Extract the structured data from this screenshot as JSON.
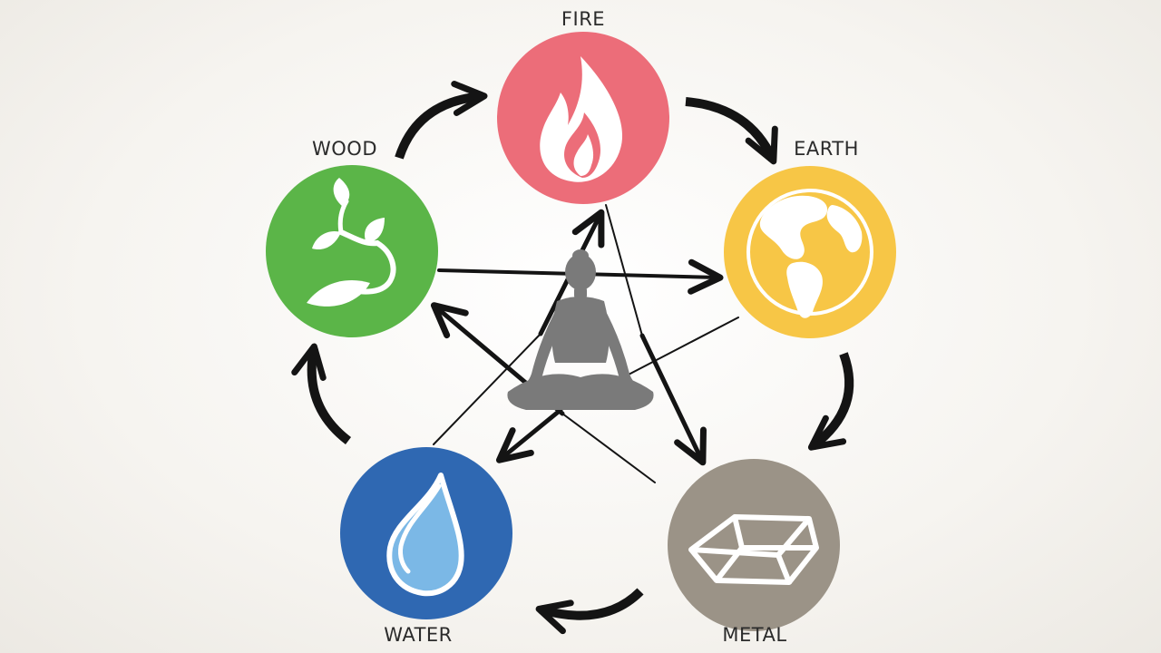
{
  "elements": {
    "fire": {
      "label": "FIRE",
      "color": "#ec6d79",
      "icon": "flame-icon"
    },
    "earth": {
      "label": "EARTH",
      "color": "#f7c646",
      "icon": "globe-icon"
    },
    "metal": {
      "label": "METAL",
      "color": "#9b9387",
      "icon": "metal-ingot-icon"
    },
    "water": {
      "label": "WATER",
      "color": "#2f68b2",
      "icon": "water-drop-icon"
    },
    "wood": {
      "label": "WOOD",
      "color": "#5bb548",
      "icon": "sprout-icon"
    }
  },
  "center_icon": "meditating-figure-icon",
  "colors": {
    "arrow": "#141414",
    "figure": "#7a7a7a",
    "label": "#2b2b2b"
  }
}
